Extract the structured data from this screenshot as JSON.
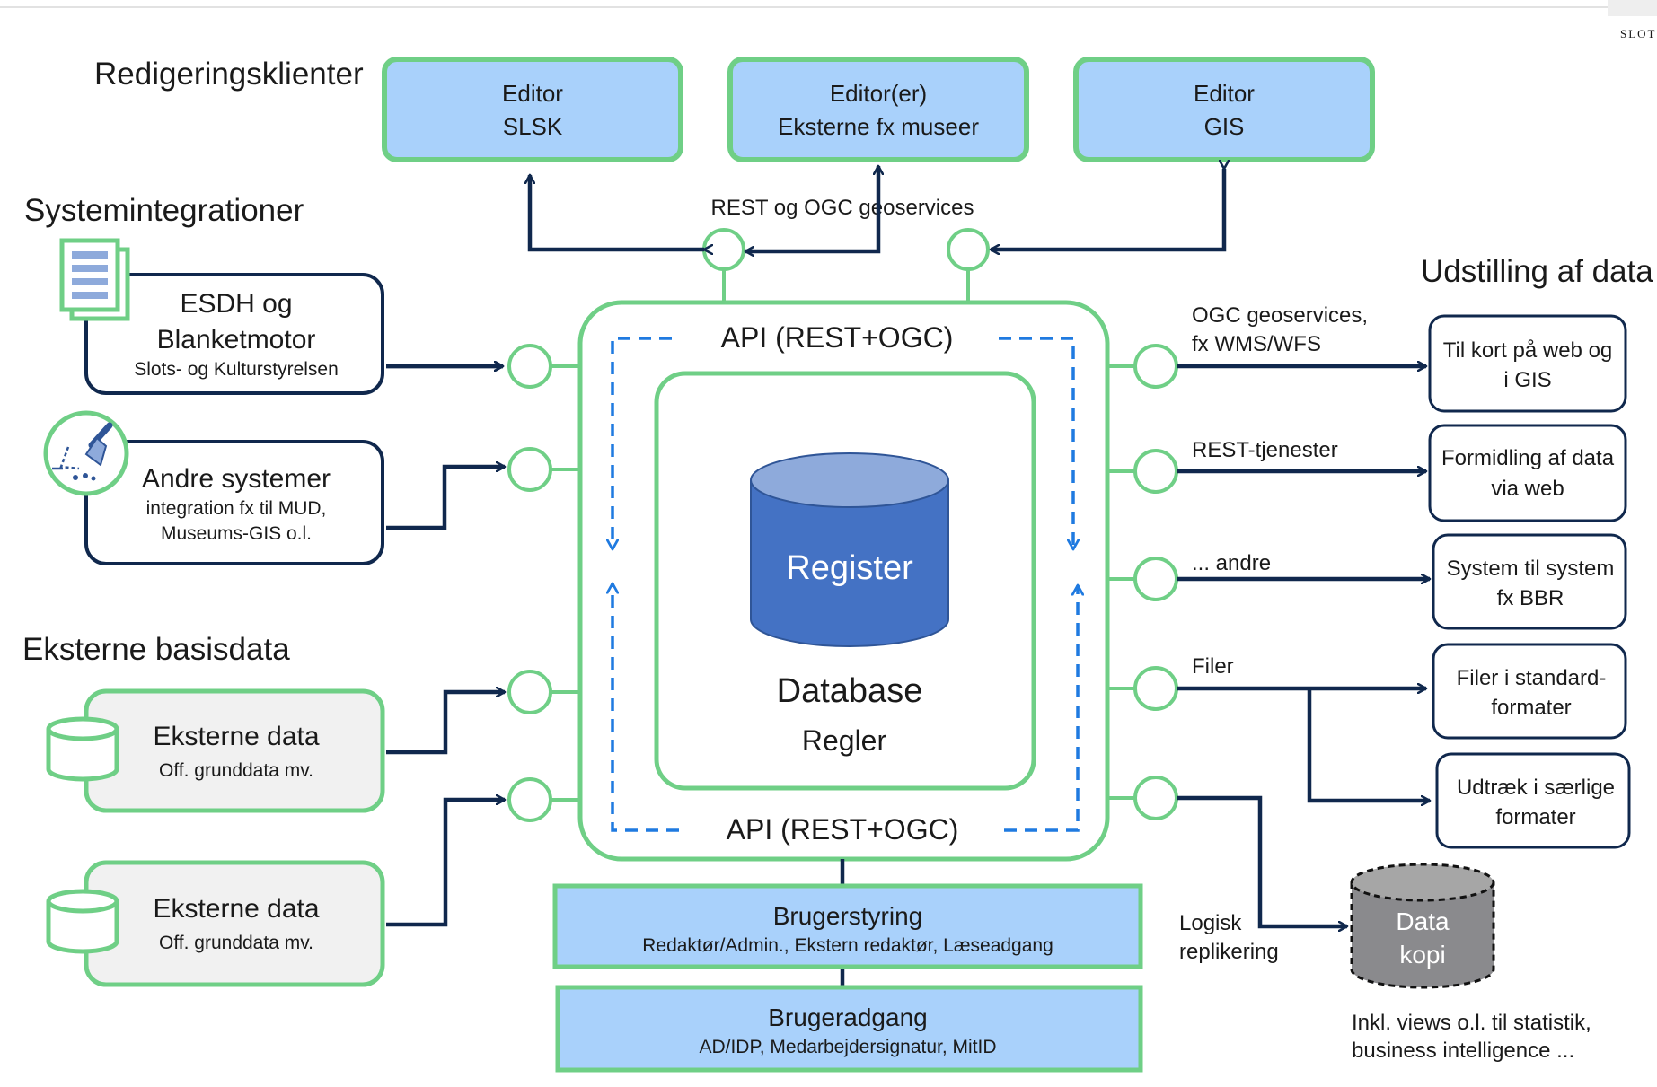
{
  "sections": {
    "redigering": "Redigeringsklienter",
    "systemint": "Systemintegrationer",
    "eksterne": "Eksterne basisdata",
    "udstilling": "Udstilling af data"
  },
  "editors": [
    {
      "line1": "Editor",
      "line2": "SLSK"
    },
    {
      "line1": "Editor(er)",
      "line2": "Eksterne fx museer"
    },
    {
      "line1": "Editor",
      "line2": "GIS"
    }
  ],
  "rest_ogc_label": "REST og OGC geoservices",
  "systems": {
    "esdh": {
      "line1": "ESDH og",
      "line2": "Blanketmotor",
      "sub": "Slots- og Kulturstyrelsen"
    },
    "andre": {
      "line1": "Andre systemer",
      "sub1": "integration fx til MUD,",
      "sub2": "Museums-GIS o.l."
    }
  },
  "external_data": [
    {
      "title": "Eksterne data",
      "sub": "Off. grunddata mv."
    },
    {
      "title": "Eksterne data",
      "sub": "Off. grunddata mv."
    }
  ],
  "core": {
    "api_top": "API (REST+OGC)",
    "api_bottom": "API (REST+OGC)",
    "register": "Register",
    "database": "Database",
    "regler": "Regler"
  },
  "output_labels": {
    "ogc_line1": "OGC geoservices,",
    "ogc_line2": "fx WMS/WFS",
    "rest": "REST-tjenester",
    "andre": "... andre",
    "filer": "Filer"
  },
  "outputs": [
    {
      "line1": "Til kort på web og",
      "line2": "i GIS"
    },
    {
      "line1": "Formidling af data",
      "line2": "via web"
    },
    {
      "line1": "System til system",
      "line2": "fx BBR"
    },
    {
      "line1": "Filer i standard-",
      "line2": "formater"
    },
    {
      "line1": "Udtræk i særlige",
      "line2": "formater"
    }
  ],
  "replication": {
    "label1": "Logisk",
    "label2": "replikering",
    "data1": "Data",
    "data2": "kopi",
    "note1": "Inkl. views o.l. til statistik,",
    "note2": "business intelligence ..."
  },
  "brugerstyring": {
    "title": "Brugerstyring",
    "sub": "Redaktør/Admin., Ekstern redaktør, Læseadgang"
  },
  "brugeradgang": {
    "title": "Brugeradgang",
    "sub": "AD/IDP, Medarbejdersignatur, MitID"
  },
  "corner_logo": "SLOT",
  "colors": {
    "green": "#6fcf86",
    "navy": "#10284d",
    "light_blue": "#a9d1fb",
    "dashed_blue": "#1f7ae0",
    "cylinder_body": "#4472c4",
    "cylinder_top": "#8eaadb",
    "grey_fill": "#f1f1f1",
    "datakopi": "#8a8a8d"
  }
}
